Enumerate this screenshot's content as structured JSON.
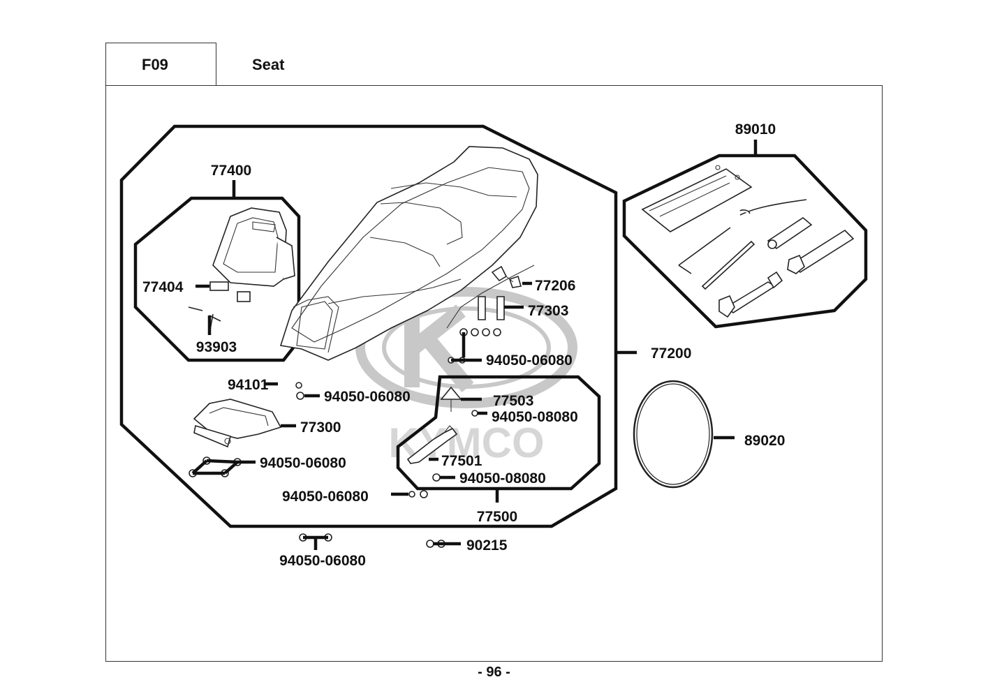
{
  "header": {
    "code": "F09",
    "title": "Seat"
  },
  "page_number": "- 96 -",
  "watermark": {
    "brand": "KYMCO"
  },
  "callouts": {
    "c89010": "89010",
    "c77400": "77400",
    "c77404": "77404",
    "c93903": "93903",
    "c77206": "77206",
    "c77303": "77303",
    "c94050_a": "94050-06080",
    "c77200": "77200",
    "c94101": "94101",
    "c94050_b": "94050-06080",
    "c77503": "77503",
    "c94050_08080_a": "94050-08080",
    "c77300": "77300",
    "c89020": "89020",
    "c94050_c": "94050-06080",
    "c77501": "77501",
    "c94050_08080_b": "94050-08080",
    "c94050_d": "94050-06080",
    "c77500": "77500",
    "c94050_e": "94050-06080",
    "c90215": "90215"
  }
}
